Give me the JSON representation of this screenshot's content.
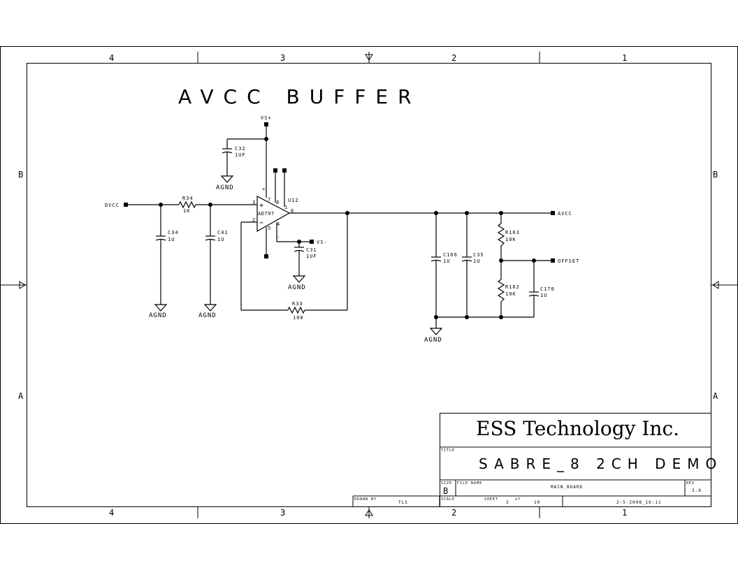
{
  "border": {
    "top_zones": [
      "4",
      "3",
      "2",
      "1"
    ],
    "bottom_zones": [
      "4",
      "3",
      "2",
      "1"
    ],
    "left_zones": [
      "B",
      "A"
    ],
    "right_zones": [
      "B",
      "A"
    ]
  },
  "sheet_title": "AVCC BUFFER",
  "nets": {
    "vs_plus": "VS+",
    "vs_minus": "VS-",
    "dvcc": "DVCC",
    "avcc": "AVCC",
    "offset": "OFFSET",
    "agnd": "AGND"
  },
  "components": {
    "c32": {
      "ref": "C32",
      "val": "1UF"
    },
    "c34": {
      "ref": "C34",
      "val": "1U"
    },
    "c41": {
      "ref": "C41",
      "val": "1U"
    },
    "c31": {
      "ref": "C31",
      "val": "1UF"
    },
    "c166": {
      "ref": "C166",
      "val": "1U"
    },
    "c35": {
      "ref": "C35",
      "val": "1U"
    },
    "c170": {
      "ref": "C170",
      "val": "1U"
    },
    "r34": {
      "ref": "R34",
      "val": "1K"
    },
    "r33": {
      "ref": "R33",
      "val": "100"
    },
    "r163": {
      "ref": "R163",
      "val": "10K"
    },
    "r162": {
      "ref": "R162",
      "val": "10K"
    },
    "u12": {
      "ref": "U12",
      "part": "AD797",
      "pins": [
        "7",
        "8",
        "1",
        "3",
        "2",
        "6",
        "4",
        "5"
      ],
      "plus": "+",
      "minus": "−",
      "pin_plus": "+",
      "pin_minus": "-"
    }
  },
  "title_block": {
    "company": "ESS Technology Inc.",
    "title_label": "TITLE",
    "title": "SABRE_8 2CH DEMO",
    "size_label": "SIZE",
    "size": "B",
    "file_label": "FILE NAME",
    "file": "MAIN_BOARD",
    "rev_label": "REV",
    "rev": "3.0",
    "drawn_label": "DRAWN BY",
    "drawn": "TLS",
    "scale_label": "SCALE",
    "sheet_label": "SHEET",
    "sheet": "3",
    "of_label": "of",
    "sheets_total": "10",
    "date": "2-5-2008_16:11"
  }
}
